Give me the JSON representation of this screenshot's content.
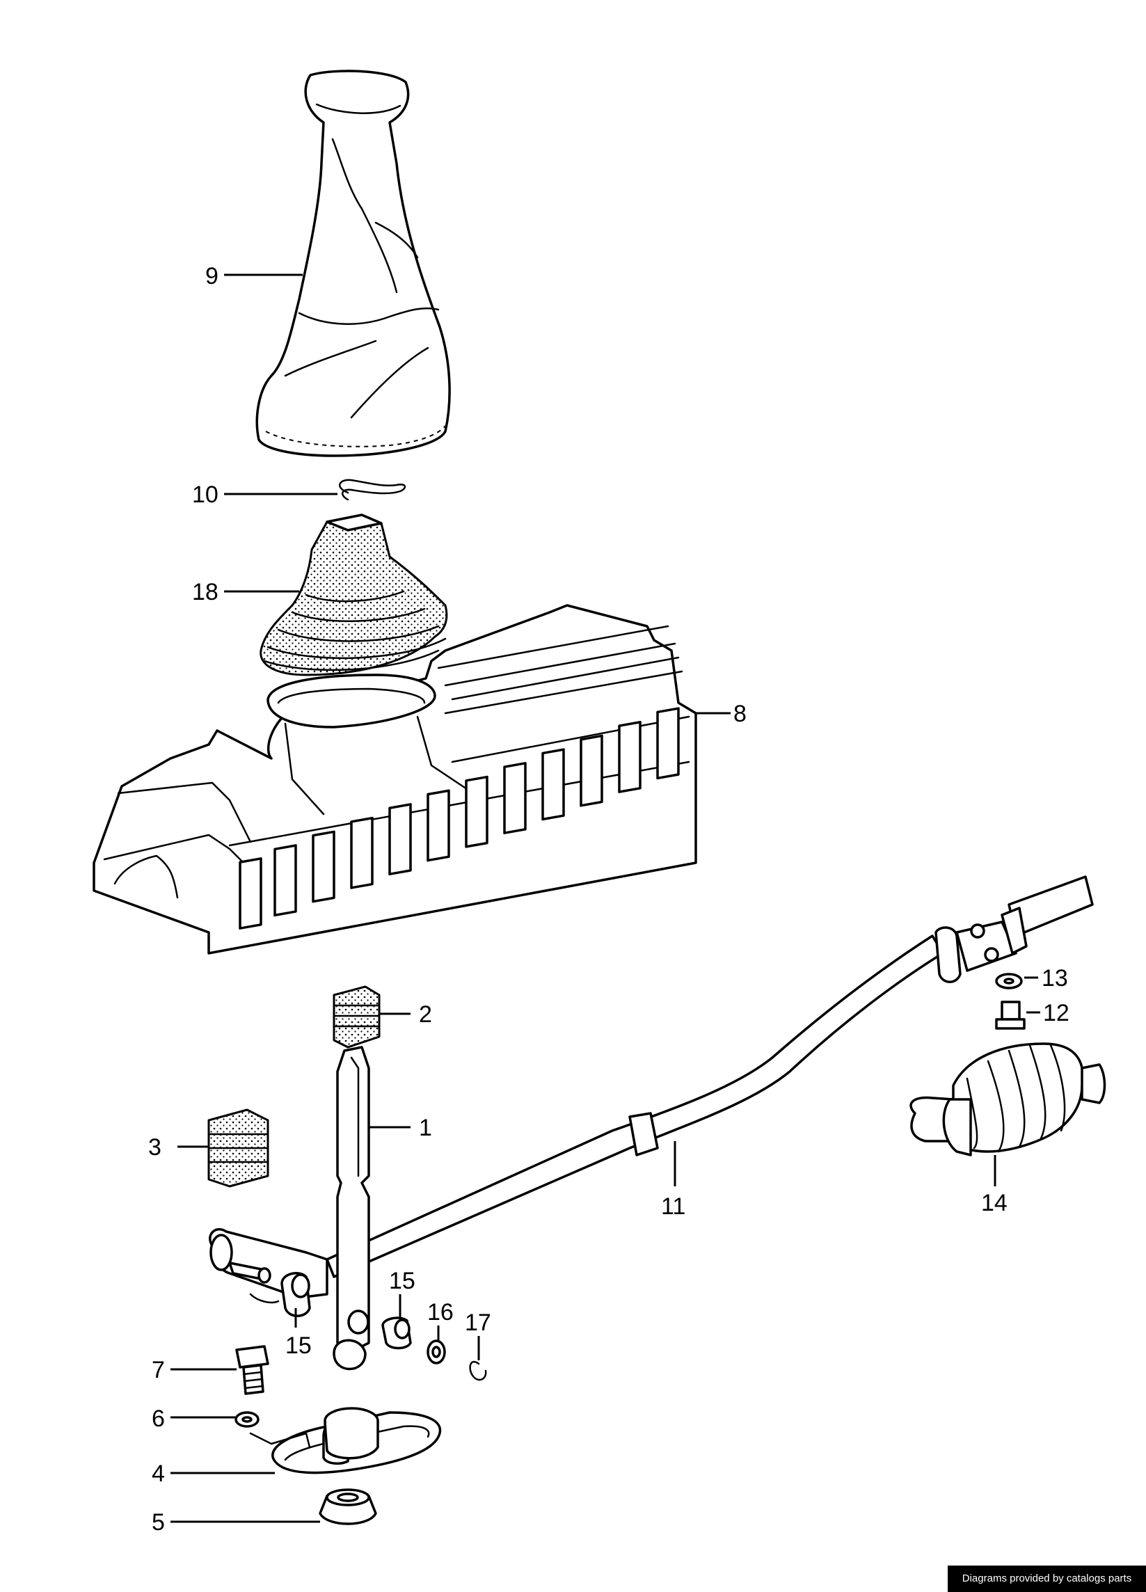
{
  "labels": {
    "l1": "1",
    "l2": "2",
    "l3": "3",
    "l4": "4",
    "l5": "5",
    "l6": "6",
    "l7": "7",
    "l8": "8",
    "l9": "9",
    "l10": "10",
    "l11": "11",
    "l12": "12",
    "l13": "13",
    "l14": "14",
    "l15a": "15",
    "l15b": "15",
    "l16": "16",
    "l17": "17",
    "l18": "18"
  },
  "footer": {
    "credit": "Diagrams provided by catalogs parts"
  }
}
